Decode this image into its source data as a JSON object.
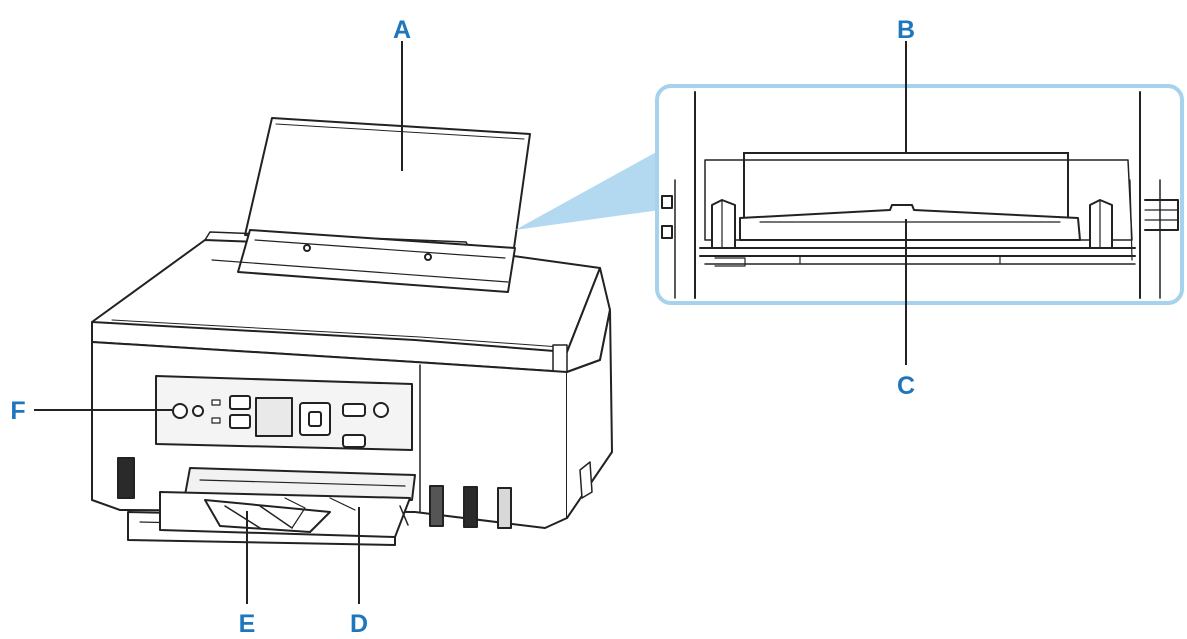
{
  "callouts": [
    {
      "id": "A",
      "label": "A"
    },
    {
      "id": "B",
      "label": "B"
    },
    {
      "id": "C",
      "label": "C"
    },
    {
      "id": "D",
      "label": "D"
    },
    {
      "id": "E",
      "label": "E"
    },
    {
      "id": "F",
      "label": "F"
    }
  ],
  "colors": {
    "callout": "#1e76bd",
    "inset_border": "#a6d2ee",
    "line": "#222222",
    "ink": "#111111"
  }
}
